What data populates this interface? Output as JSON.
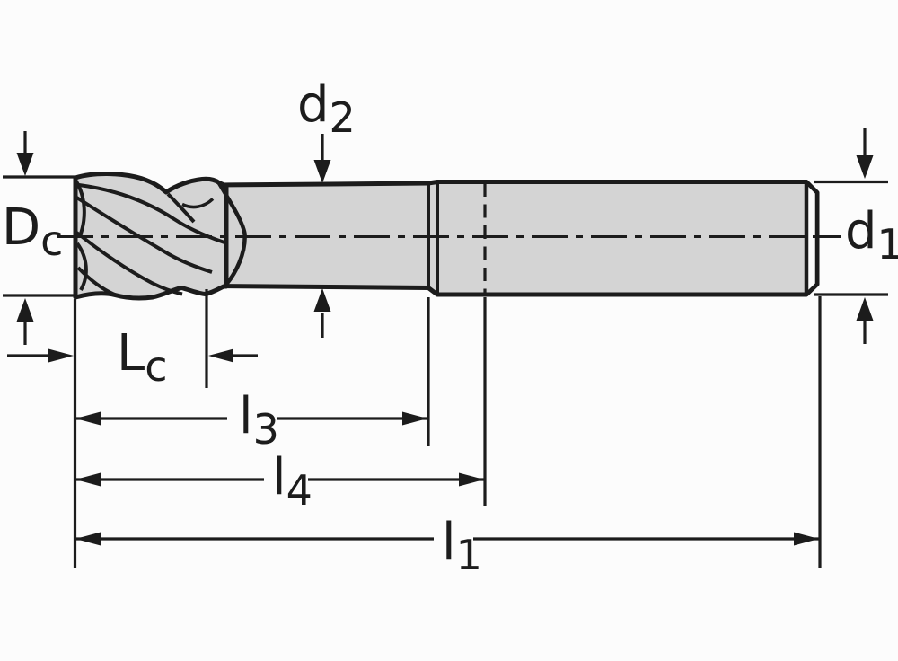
{
  "drawing": {
    "kind": "end-mill-dimension-diagram",
    "colors": {
      "line": "#1c1c1c",
      "body_fill": "#d4d4d4",
      "background": "#fcfcfc"
    }
  },
  "labels": {
    "d2": {
      "main": "d",
      "sub": "2"
    },
    "dc": {
      "main": "D",
      "sub": "c"
    },
    "d1": {
      "main": "d",
      "sub": "1"
    },
    "lc": {
      "main": "L",
      "sub": "c"
    },
    "l3": {
      "main": "l",
      "sub": "3"
    },
    "l4": {
      "main": "l",
      "sub": "4"
    },
    "l1": {
      "main": "l",
      "sub": "1"
    }
  }
}
